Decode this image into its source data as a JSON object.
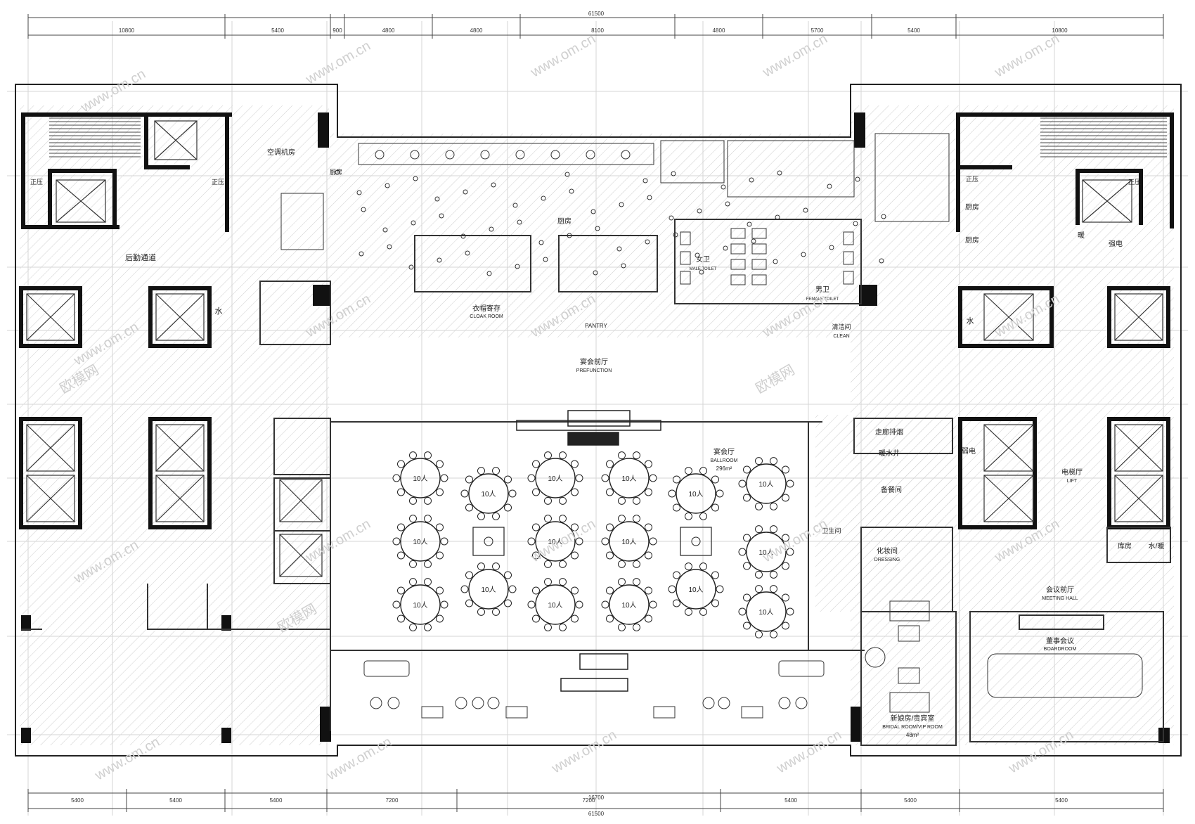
{
  "plan": {
    "dimensions": {
      "top_total": "61500",
      "top": [
        "10800",
        "5400",
        "900",
        "4800",
        "4800",
        "8100",
        "4800",
        "5700",
        "5400",
        "10800"
      ],
      "bottom_total_a": "16700",
      "bottom_total_b": "61500",
      "bottom": [
        "5400",
        "5400",
        "5400",
        "7200",
        "7200",
        "5400",
        "5400",
        "5400"
      ]
    },
    "rooms": {
      "ac_room": "空调机房",
      "kitchen_left": "厨房",
      "kitchen_center": "厨房",
      "back_corridor": "后勤通道",
      "cloakroom_cn": "衣帽寄存",
      "cloakroom_en": "CLOAK ROOM",
      "pantry": "PANTRY",
      "ladies_cn": "女卫",
      "ladies_en": "FEMALE TOILET",
      "mens_cn": "男卫",
      "mens_en": "MALE TOILET",
      "clean_cn": "清洁间",
      "clean_en": "CLEAN",
      "prefunction_cn": "宴会前厅",
      "prefunction_en": "PREFUNCTION",
      "ballroom_cn": "宴会厅",
      "ballroom_en": "BALLROOM",
      "ballroom_area": "296m²",
      "corridor_exhaust": "走廊排烟",
      "water_shaft": "暖水井",
      "service_pantry": "备餐间",
      "makeup_cn": "化妆间",
      "makeup_en": "DRESSING",
      "toilet_small": "卫生间",
      "lift_hall_cn": "电梯厅",
      "lift_hall_en": "LIFT",
      "meeting_hall_cn": "会议前厅",
      "meeting_hall_en": "MEETING HALL",
      "boardroom_cn": "董事会议",
      "boardroom_en": "BOARDROOM",
      "bridal_cn": "新娘房/贵宾室",
      "bridal_en": "BRIDAL ROOM/VIP ROOM",
      "bridal_area": "48m²",
      "storage": "库房",
      "water": "水",
      "weak_elec": "弱电",
      "strong_elec": "强电",
      "heating": "暖",
      "positive_pressure": "正压",
      "water_heating": "水/暖",
      "kitchen_small": "厨房"
    },
    "table_label": "10人",
    "watermark": "www.om.cn",
    "watermark_cn": "欧模网"
  }
}
